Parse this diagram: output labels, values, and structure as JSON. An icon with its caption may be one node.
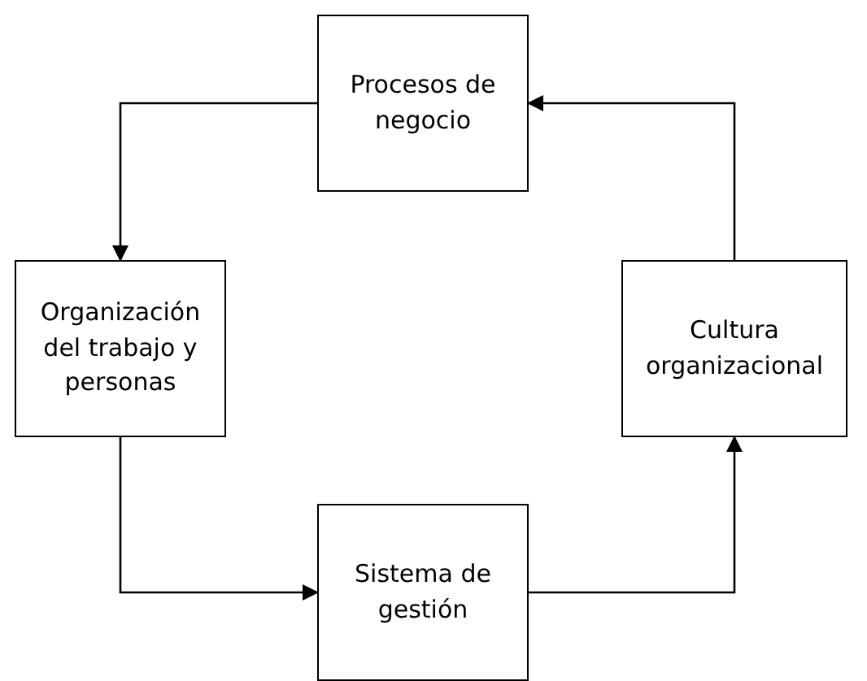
{
  "diagram": {
    "nodes": [
      {
        "text": [
          "Procesos de negocio"
        ]
      },
      {
        "text": [
          "Organización del trabajo y personas"
        ]
      },
      {
        "text": [
          "Cultura organizacional"
        ]
      },
      {
        "text": [
          "Sistema de gestión"
        ]
      }
    ],
    "edges": [
      {
        "from": 0,
        "to": 1,
        "arrow": "to"
      },
      {
        "from": 1,
        "to": 3,
        "arrow": "to"
      },
      {
        "from": 3,
        "to": 2,
        "arrow": "to"
      },
      {
        "from": 2,
        "to": 0,
        "arrow": "to"
      }
    ]
  }
}
